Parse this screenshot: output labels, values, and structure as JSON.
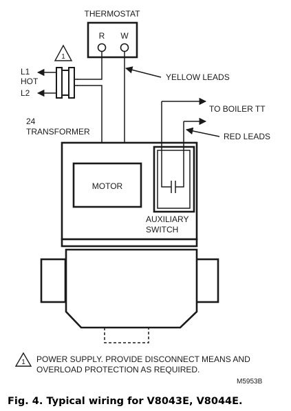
{
  "labels": {
    "thermostat": "THERMOSTAT",
    "terminal_r": "R",
    "terminal_w": "W",
    "l1": "L1",
    "hot": "HOT",
    "l2": "L2",
    "yellow_leads": "YELLOW LEADS",
    "to_boiler_tt": "TO BOILER TT",
    "red_leads": "RED LEADS",
    "transformer_24": "24",
    "transformer": "TRANSFORMER",
    "motor": "MOTOR",
    "auxiliary": "AUXILIARY",
    "switch": "SWITCH",
    "warning_number": "1",
    "note_number": "1",
    "note_line1": "POWER SUPPLY. PROVIDE DISCONNECT MEANS AND",
    "note_line2": "OVERLOAD PROTECTION AS REQUIRED.",
    "figure_code": "M5953B",
    "caption": "Fig. 4. Typical wiring for V8043E, V8044E."
  }
}
